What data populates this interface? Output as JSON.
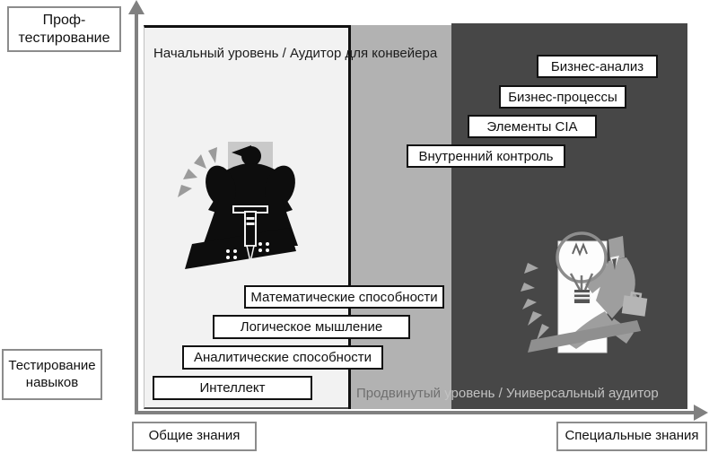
{
  "diagram": {
    "y_axis_top_box": {
      "line1": "Проф-",
      "line2": "тестирование"
    },
    "y_axis_bottom_box": {
      "line1": "Тестирование",
      "line2": "навыков"
    },
    "x_axis_left_box": "Общие знания",
    "x_axis_right_box": "Специальные знания",
    "zone_beginner_label": "Начальный уровень / Аудитор для конвейера",
    "zone_advanced_label_part1": "Продвинутый",
    "zone_advanced_label_part2": " уровень / Универсальный аудитор",
    "knowledge_boxes": [
      "Бизнес-анализ",
      "Бизнес-процессы",
      "Элементы CIA",
      "Внутренний контроль"
    ],
    "skill_boxes": [
      "Математические способности",
      "Логическое мышление",
      "Аналитические способности",
      "Интеллект"
    ],
    "colors": {
      "zone_light": "#f2f2f2",
      "zone_middle": "#b2b2b2",
      "zone_dark": "#474747",
      "axis_gray": "#808080",
      "box_border_gray": "#8c8c8c",
      "label_box_border": "#111111"
    },
    "images": {
      "left": "strongman-jackhammer-clipart",
      "right": "businessman-lightbulb-clipart"
    }
  }
}
